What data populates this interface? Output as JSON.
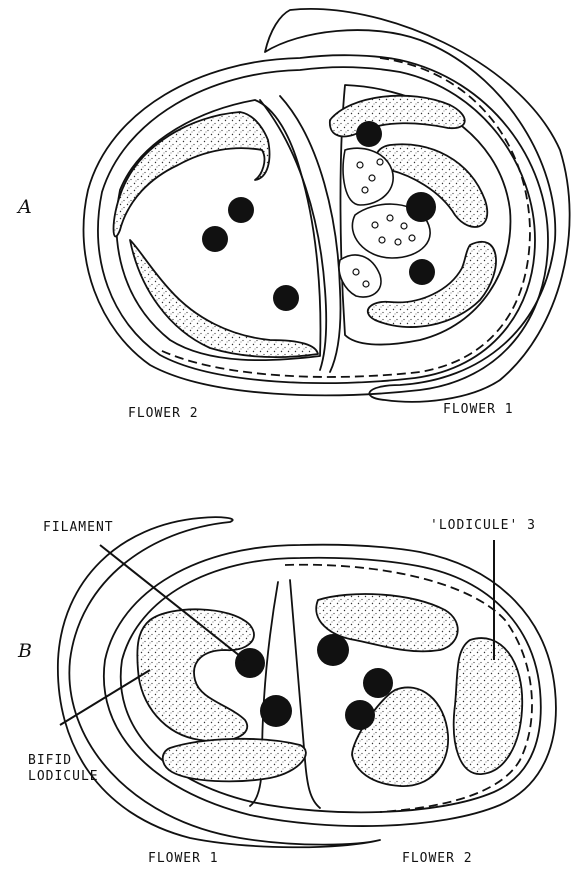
{
  "panels": [
    {
      "letter": "A",
      "labels": {
        "left_flower": "FLOWER 2",
        "right_flower": "FLOWER 1"
      }
    },
    {
      "letter": "B",
      "labels": {
        "filament": "FILAMENT",
        "lodicule3": "'LODICULE' 3",
        "bifid_line1": "BIFID",
        "bifid_line2": "LODICULE",
        "left_flower": "FLOWER 1",
        "right_flower": "FLOWER 2"
      }
    }
  ]
}
